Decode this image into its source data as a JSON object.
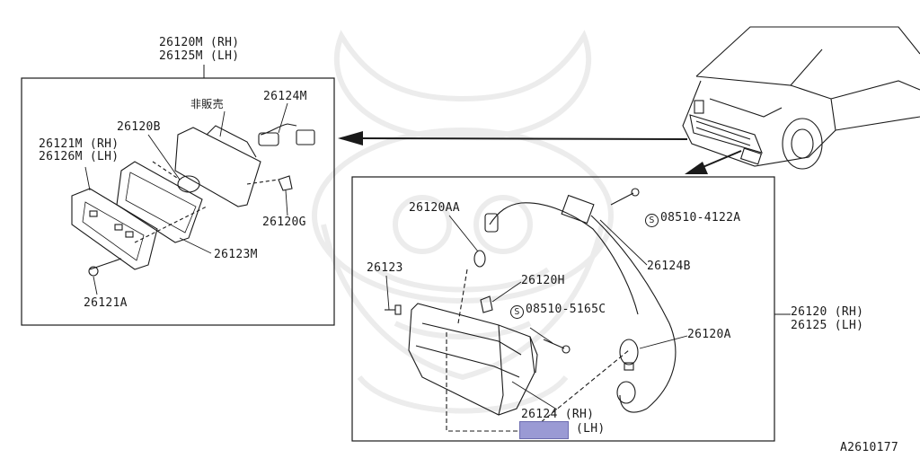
{
  "labels": {
    "top_rh": "26120M (RH)",
    "top_lh": "26125M (LH)",
    "not_for_sale": "非販売",
    "p26124m": "26124M",
    "p26120b": "26120B",
    "p26121m_rh": "26121M (RH)",
    "p26126m_lh": "26126M (LH)",
    "p26120g": "26120G",
    "p26123m": "26123M",
    "p26121a": "26121A",
    "p26120aa": "26120AA",
    "bolt1_symbol": "S",
    "bolt1_code": "08510-4122A",
    "p26124b": "26124B",
    "p26123": "26123",
    "p26120h": "26120H",
    "bolt2_symbol": "S",
    "bolt2_code": "08510-5165C",
    "p26120_rh": "26120 (RH)",
    "p26125_lh": "26125 (LH)",
    "p26120a": "26120A",
    "p26124_rh": "26124 (RH)",
    "p26124_lh": "(LH)",
    "figure_code": "A2610177"
  },
  "colors": {
    "line": "#1a1a1a",
    "highlight": "#9a9ad4",
    "watermark": "#ececec"
  },
  "icons": {
    "watermark": "samurai-helmet-watermark",
    "arrow": "arrow-left"
  }
}
